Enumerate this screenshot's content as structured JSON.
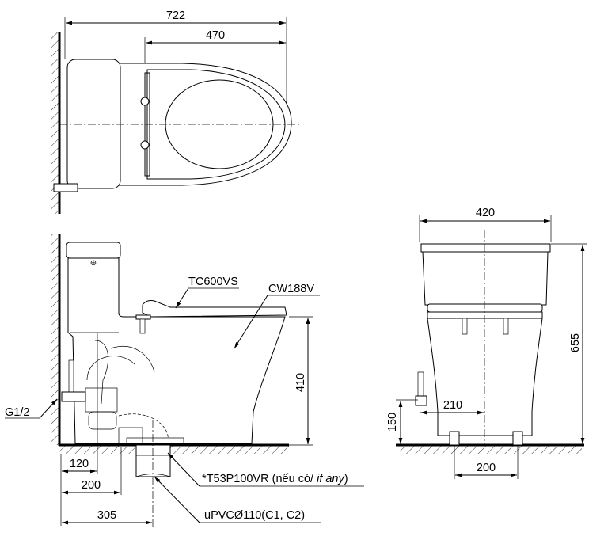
{
  "top_view": {
    "dim_overall": "722",
    "dim_seat": "470"
  },
  "side_view": {
    "seat_model": "TC600VS",
    "bowl_model": "CW188V",
    "supply_label": "G1/2",
    "dim_height": "410",
    "dim_120": "120",
    "dim_200": "200",
    "dim_305": "305",
    "flange_label_main": "*T53P100VR (nếu có/ ",
    "flange_label_italic": "if any",
    "flange_label_end": ")",
    "pipe_label": "uPVCØ110(C1, C2)"
  },
  "front_view": {
    "dim_width": "420",
    "dim_height": "655",
    "dim_supply_height": "150",
    "dim_supply_offset": "210",
    "dim_bolts": "200"
  }
}
